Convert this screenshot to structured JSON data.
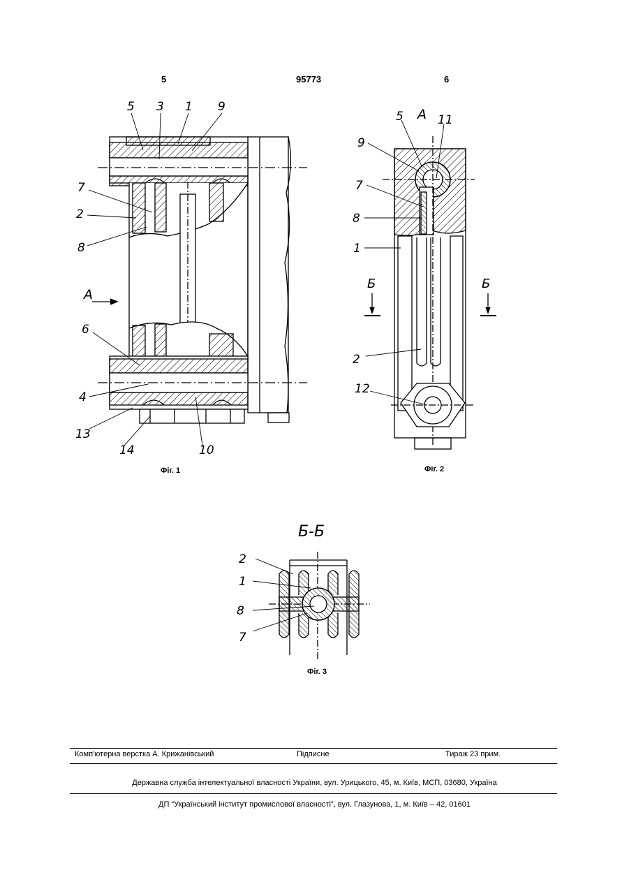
{
  "header": {
    "page_left": "5",
    "patent_number": "95773",
    "page_right": "6"
  },
  "figures": {
    "fig1": {
      "caption": "Фіг. 1",
      "view_label": "А",
      "callouts": [
        "5",
        "3",
        "1",
        "9",
        "7",
        "2",
        "8",
        "6",
        "4",
        "13",
        "14",
        "10"
      ]
    },
    "fig2": {
      "caption": "Фіг. 2",
      "view_label": "А",
      "section_mark": "Б",
      "callouts": [
        "5",
        "11",
        "9",
        "7",
        "8",
        "1",
        "2",
        "12"
      ]
    },
    "fig3": {
      "caption": "Фіг. 3",
      "section_title": "Б-Б",
      "callouts": [
        "2",
        "1",
        "8",
        "7"
      ]
    }
  },
  "footer": {
    "typesetter": "Комп'ютерна верстка А. Крижанівський",
    "signed": "Підписне",
    "print_run": "Тираж 23 прим.",
    "office": "Державна служба інтелектуальної власності України, вул. Урицького, 45, м. Київ, МСП, 03680, Україна",
    "institute": "ДП “Український інститут промислової власності”, вул. Глазунова, 1, м. Київ – 42, 01601"
  }
}
